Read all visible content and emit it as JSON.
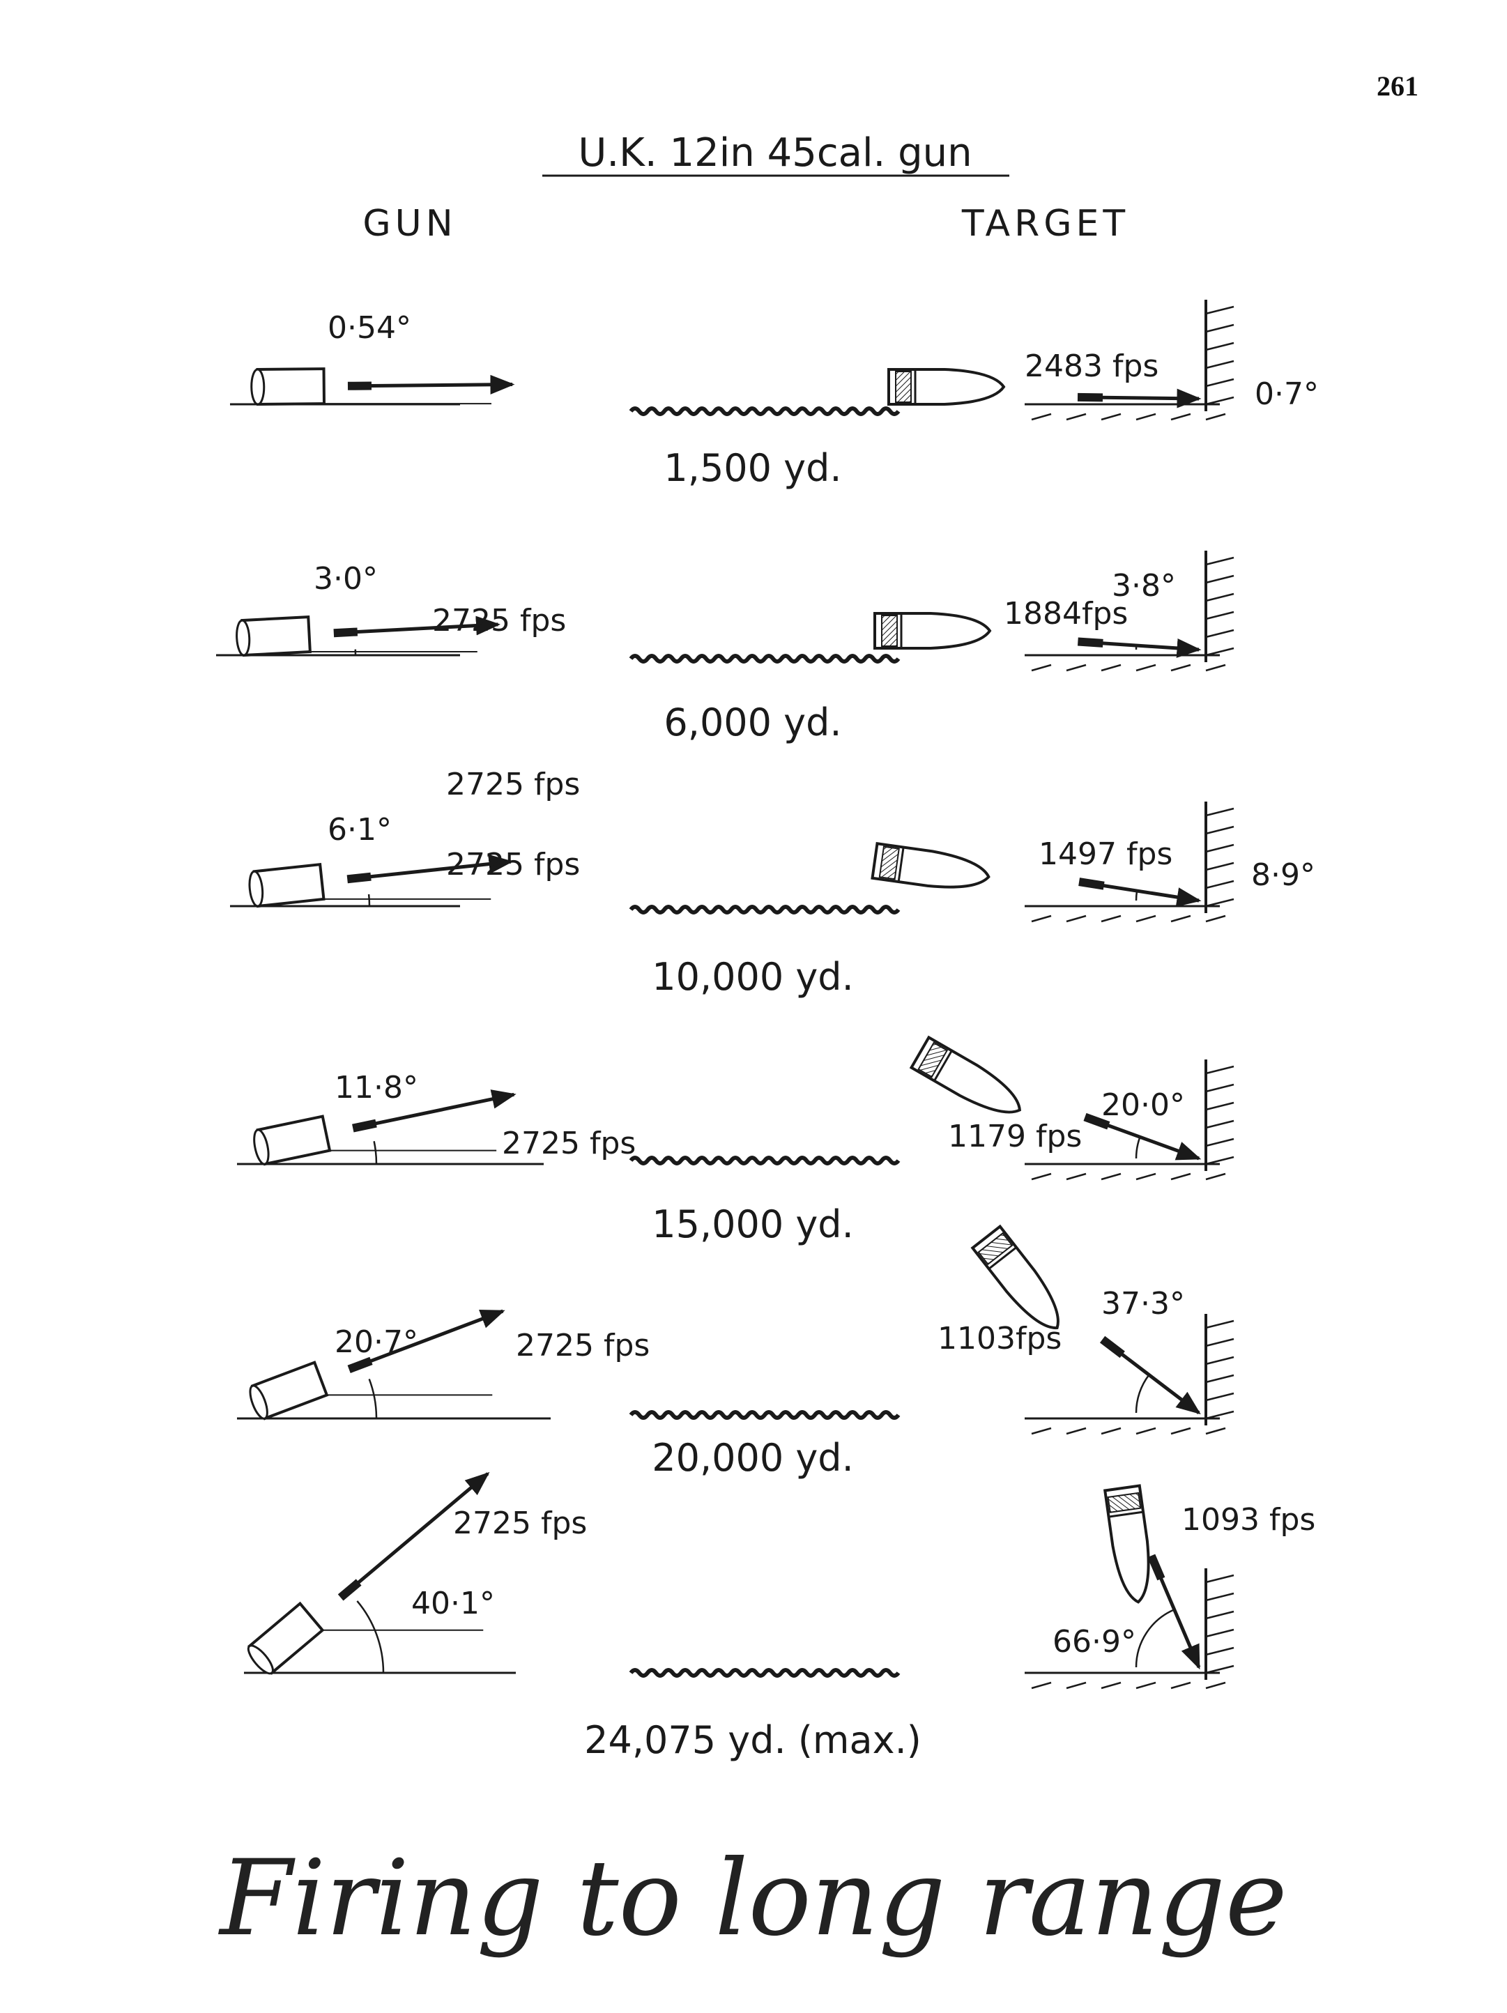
{
  "page_number": "261",
  "title": "U.K. 12in 45cal. gun",
  "column_headers": {
    "gun": "GUN",
    "target": "TARGET"
  },
  "rows": [
    {
      "elevation": "0·54°",
      "muzzle_velocity": "2725 fps",
      "range": "1,500 yd.",
      "striking_velocity": "2483 fps",
      "angle_of_fall": "0·7°"
    },
    {
      "elevation": "3·0°",
      "muzzle_velocity": "2725 fps",
      "range": "6,000 yd.",
      "striking_velocity": "1884fps",
      "angle_of_fall": "3·8°"
    },
    {
      "elevation": "6·1°",
      "muzzle_velocity": "2725 fps",
      "range": "10,000 yd.",
      "striking_velocity": "1497 fps",
      "angle_of_fall": "8·9°"
    },
    {
      "elevation": "11·8°",
      "muzzle_velocity": "2725 fps",
      "range": "15,000 yd.",
      "striking_velocity": "1179 fps",
      "angle_of_fall": "20·0°"
    },
    {
      "elevation": "20·7°",
      "muzzle_velocity": "2725 fps",
      "range": "20,000 yd.",
      "striking_velocity": "1103fps",
      "angle_of_fall": "37·3°"
    },
    {
      "elevation": "40·1°",
      "muzzle_velocity": "2725 fps",
      "range": "24,075 yd. (max.)",
      "striking_velocity": "1093 fps",
      "angle_of_fall": "66·9°"
    }
  ],
  "caption": "Firing to long range"
}
